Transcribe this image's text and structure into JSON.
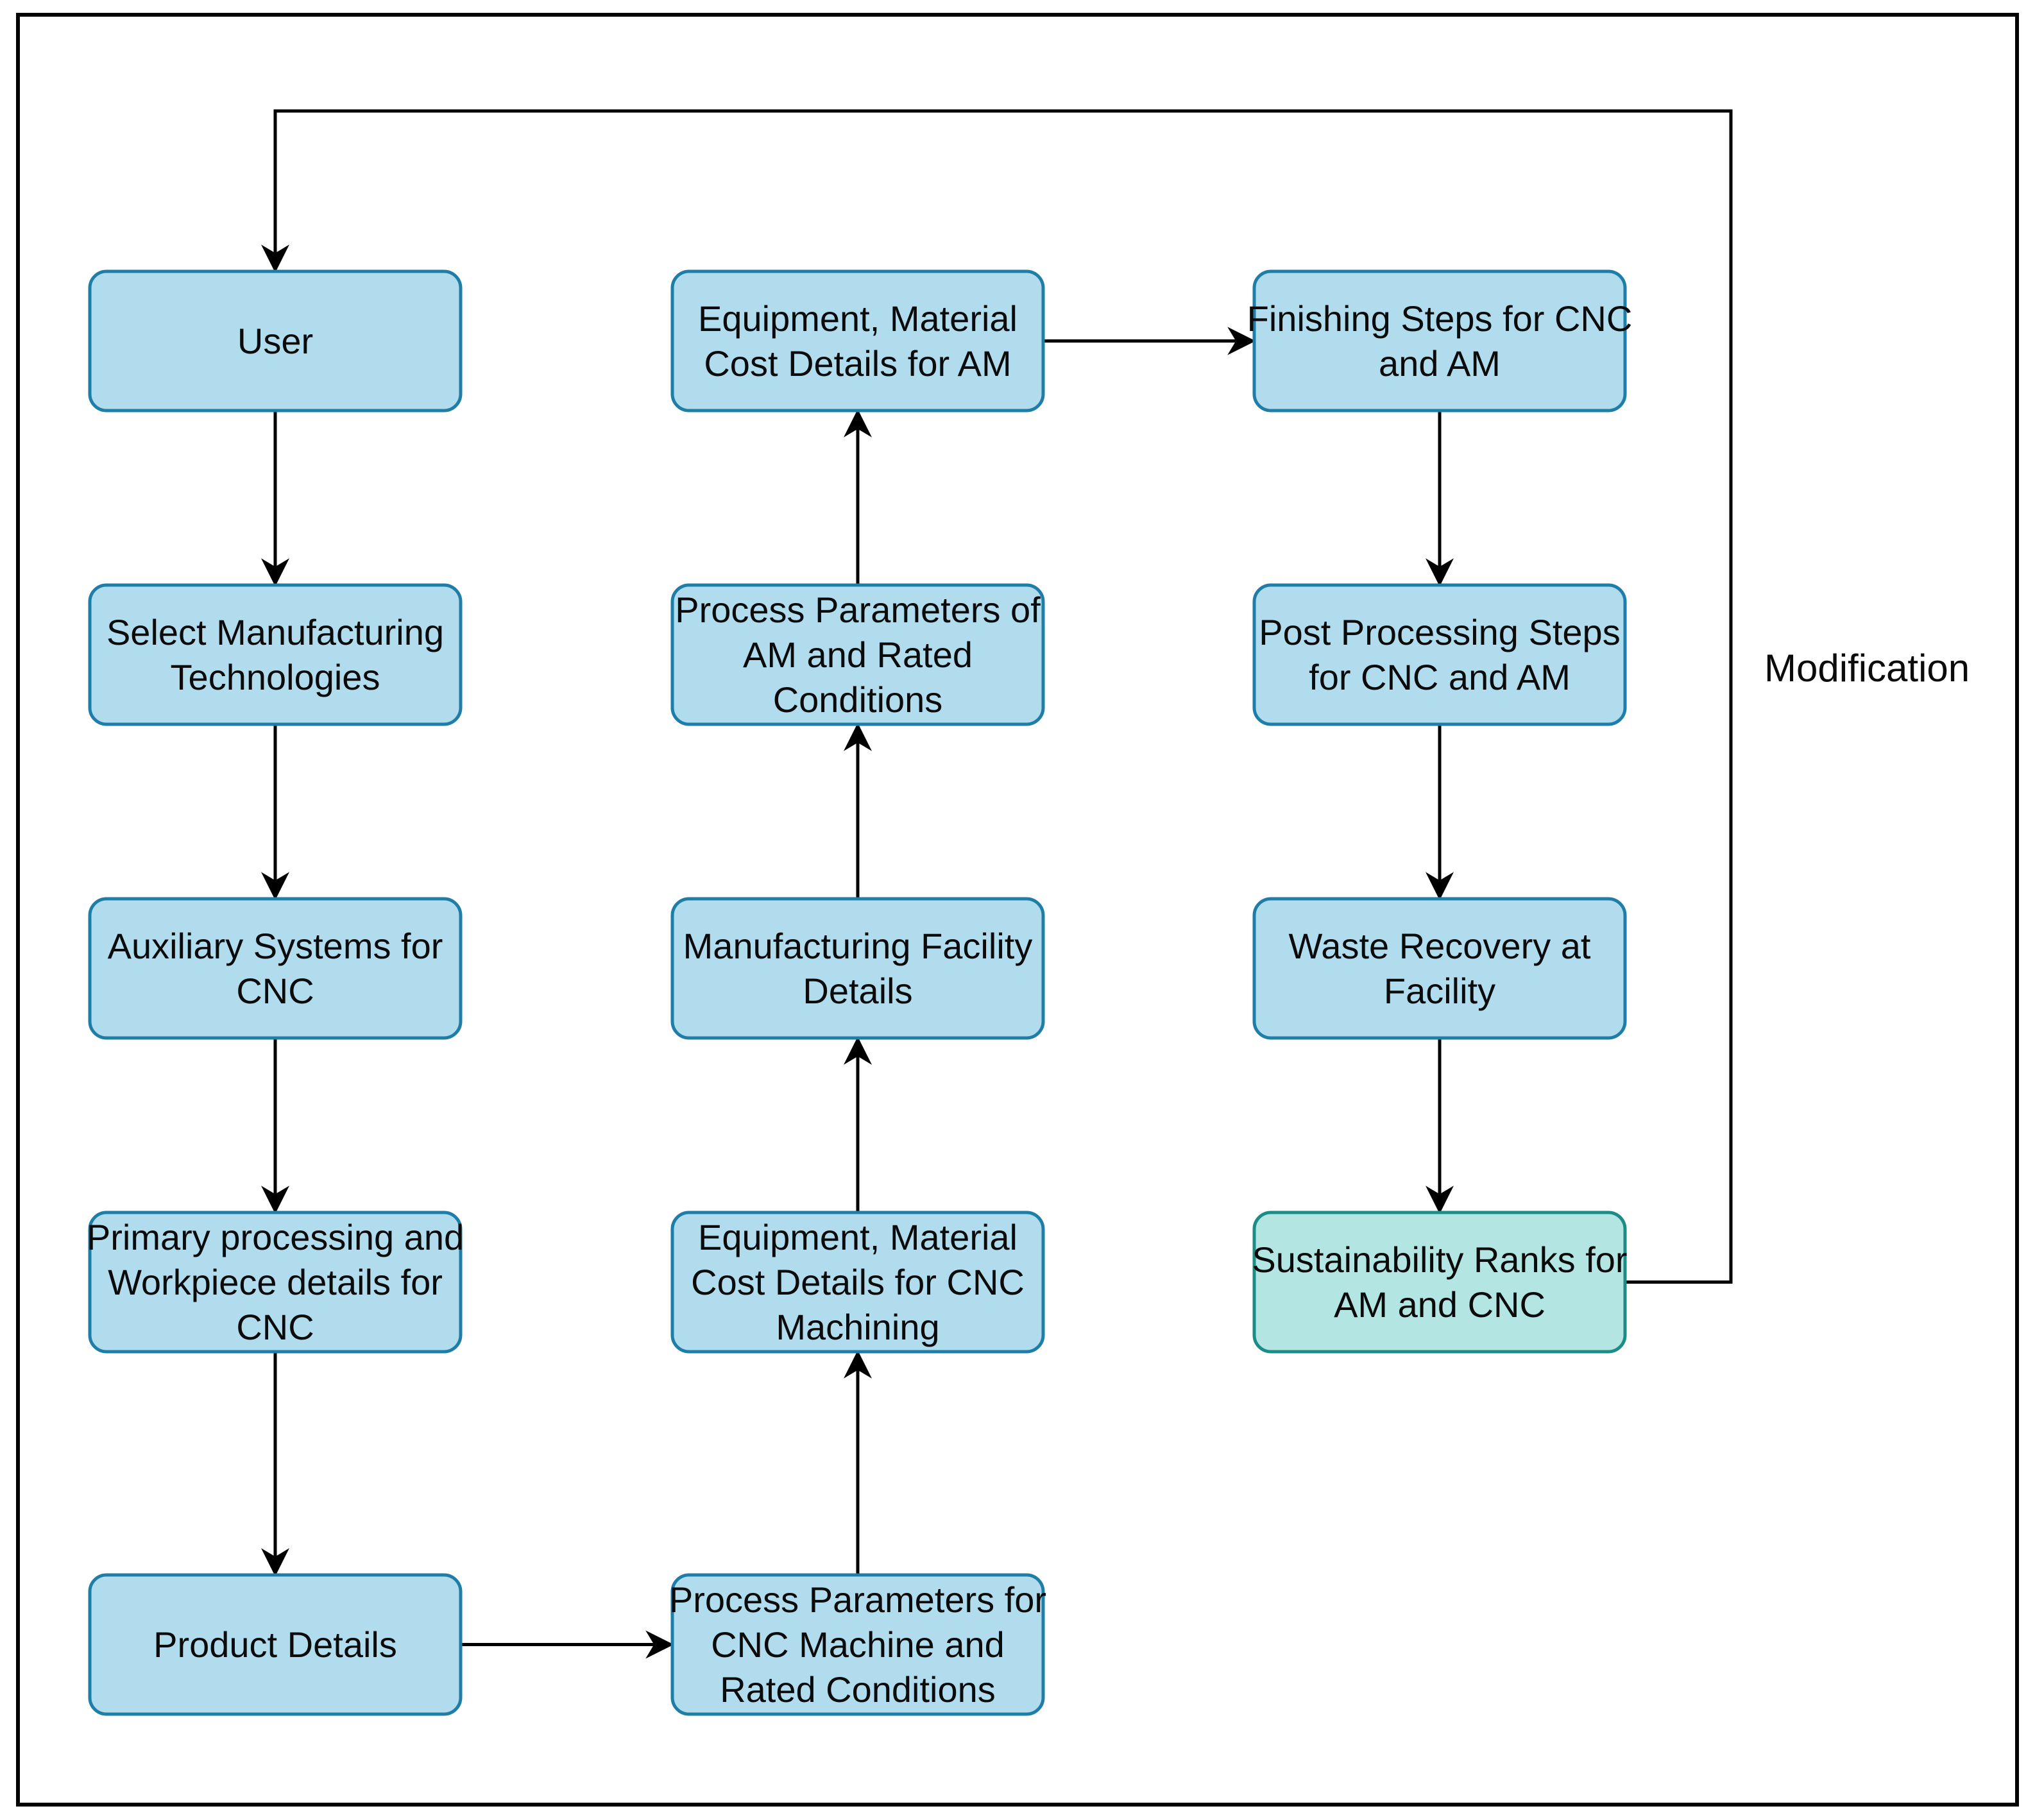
{
  "diagram": {
    "nodes": [
      {
        "id": "user",
        "lines": [
          "User"
        ]
      },
      {
        "id": "select-tech",
        "lines": [
          "Select Manufacturing",
          "Technologies"
        ]
      },
      {
        "id": "aux-cnc",
        "lines": [
          "Auxiliary Systems for",
          "CNC"
        ]
      },
      {
        "id": "primary-cnc",
        "lines": [
          "Primary processing and",
          "Workpiece details for",
          "CNC"
        ]
      },
      {
        "id": "product",
        "lines": [
          "Product Details"
        ]
      },
      {
        "id": "pp-cnc",
        "lines": [
          "Process Parameters for",
          "CNC Machine and",
          "Rated Conditions"
        ]
      },
      {
        "id": "equip-cnc",
        "lines": [
          "Equipment, Material",
          "Cost Details for CNC",
          "Machining"
        ]
      },
      {
        "id": "facility",
        "lines": [
          "Manufacturing Facility",
          "Details"
        ]
      },
      {
        "id": "pp-am",
        "lines": [
          "Process Parameters of",
          "AM and Rated",
          "Conditions"
        ]
      },
      {
        "id": "equip-am",
        "lines": [
          "Equipment, Material",
          "Cost Details for AM"
        ]
      },
      {
        "id": "finishing",
        "lines": [
          "Finishing Steps for CNC",
          "and AM"
        ]
      },
      {
        "id": "post",
        "lines": [
          "Post Processing Steps",
          "for  CNC and AM"
        ]
      },
      {
        "id": "waste",
        "lines": [
          "Waste Recovery at",
          "Facility"
        ]
      },
      {
        "id": "ranks",
        "lines": [
          "Sustainability Ranks for",
          "AM and CNC"
        ],
        "variant": "result"
      }
    ],
    "edges": [
      [
        "user",
        "select-tech"
      ],
      [
        "select-tech",
        "aux-cnc"
      ],
      [
        "aux-cnc",
        "primary-cnc"
      ],
      [
        "primary-cnc",
        "product"
      ],
      [
        "product",
        "pp-cnc"
      ],
      [
        "pp-cnc",
        "equip-cnc"
      ],
      [
        "equip-cnc",
        "facility"
      ],
      [
        "facility",
        "pp-am"
      ],
      [
        "pp-am",
        "equip-am"
      ],
      [
        "equip-am",
        "finishing"
      ],
      [
        "finishing",
        "post"
      ],
      [
        "post",
        "waste"
      ],
      [
        "waste",
        "ranks"
      ],
      [
        "ranks",
        "user"
      ]
    ],
    "loop_label": "Modification",
    "colors": {
      "node_fill": "#b1dcee",
      "node_stroke": "#1f7ea8",
      "result_fill": "#b3e5e3",
      "result_stroke": "#1c8c86"
    }
  }
}
